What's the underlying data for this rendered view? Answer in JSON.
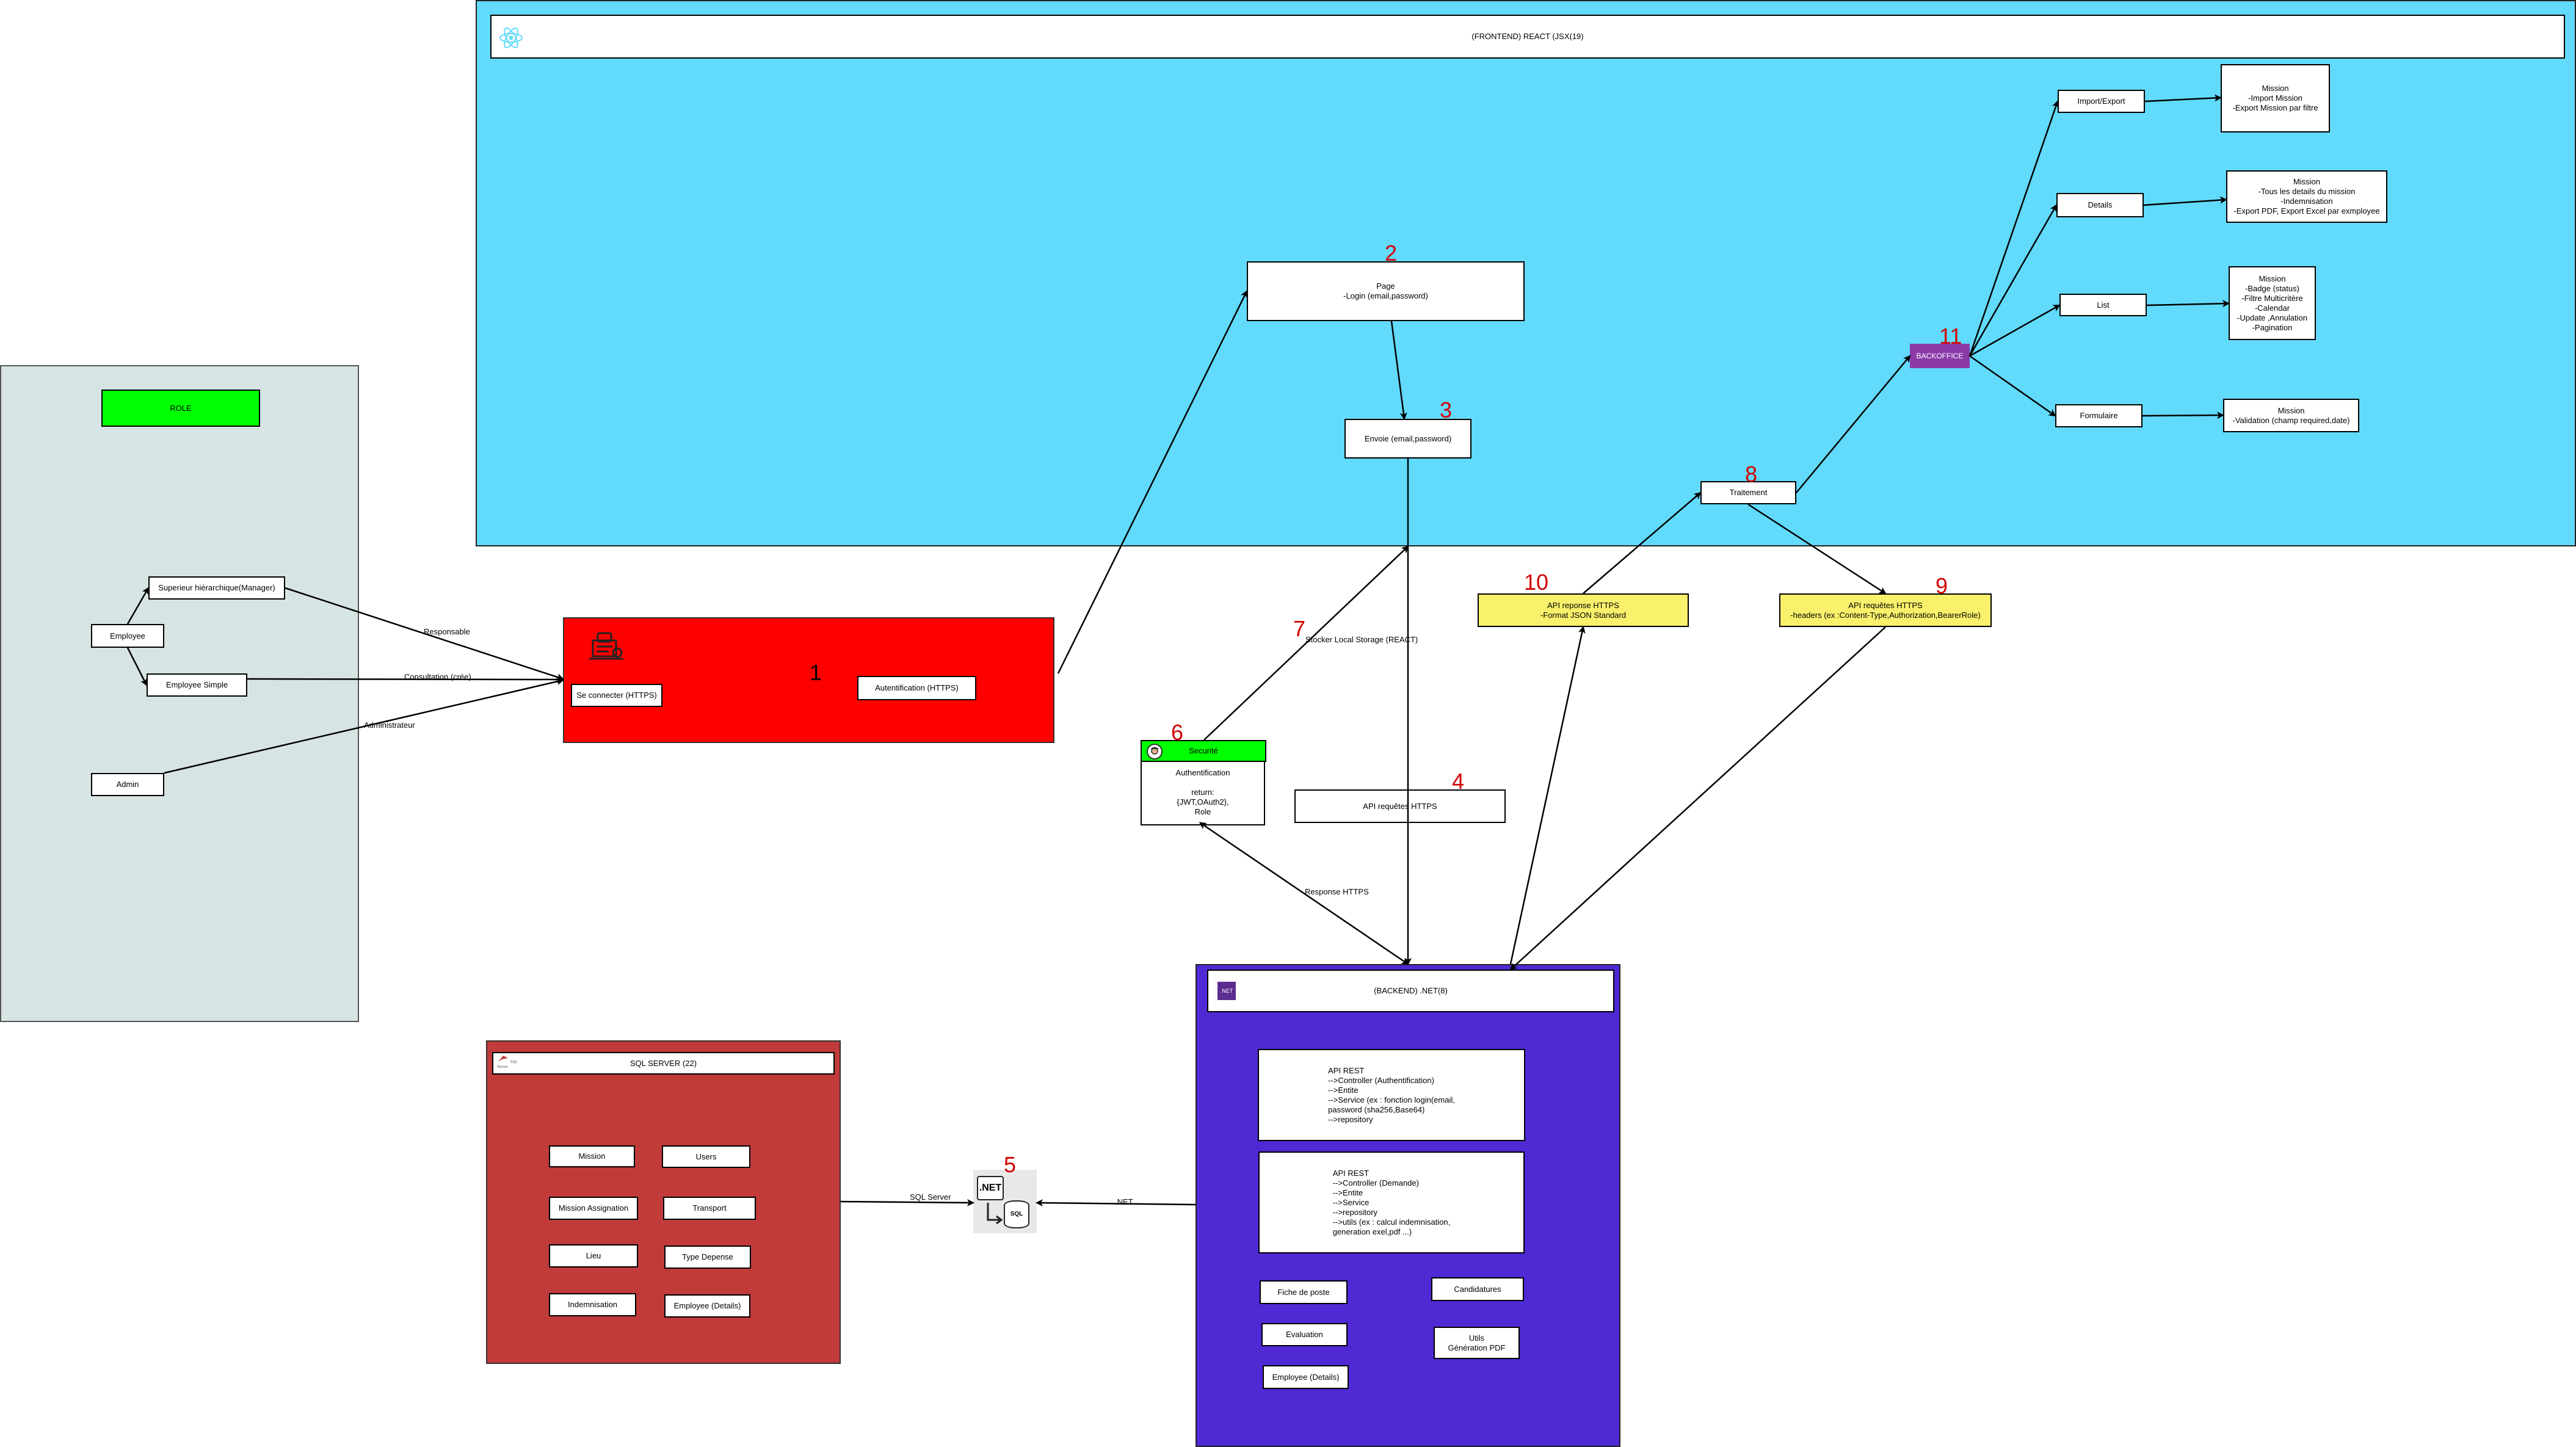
{
  "frontend": {
    "title": "(FRONTEND) REACT (JSX(19)",
    "login_page": "Page\n-Login (email,password)",
    "envoie": "Envoie (email,password)",
    "traitement": "Traitement",
    "backoffice": "BACKOFFICE",
    "import_export": "Import/Export",
    "details": "Details",
    "list": "List",
    "formulaire": "Formulaire",
    "mission_import": "Mission\n-Import Mission\n-Export Mission par filtre",
    "mission_details": "Mission\n-Tous les details du mission\n-Indemnisation\n-Export PDF, Export Excel par exmployee",
    "mission_list": "Mission\n-Badge (status)\n-Filtre Multicritère\n-Calendar\n-Update ,Annulation\n-Pagination",
    "mission_form": "Mission\n-Validation (champ required,date)"
  },
  "role_panel": {
    "title": "ROLE",
    "employee": "Employee",
    "manager": "Superieur hiérarchique(Manager)",
    "simple": "Employee Simple",
    "admin": "Admin"
  },
  "auth_panel": {
    "connect": "Se connecter (HTTPS)",
    "auth": "Autentification (HTTPS)"
  },
  "security": {
    "header": "Securité",
    "body": "Authentification\n\nreturn:\n{JWT,OAuth2},\nRole"
  },
  "boxes": {
    "api_req_4": "API requêtes HTTPS",
    "api_resp_10": "API reponse HTTPS\n-Format JSON Standard",
    "api_req_9": "API requêtes HTTPS\n-headers (ex :Content-Type,Authorization,BearerRole)"
  },
  "edge_labels": {
    "responsable": "Responsable",
    "consultation": "Consultation (crée)",
    "administrateur": "Administrateur",
    "stocker": "Stocker Local Storage (REACT)",
    "response_https": "Response HTTPS",
    "sql_server": "SQL Server",
    "net": ".NET"
  },
  "numbers": {
    "n1": "1",
    "n2": "2",
    "n3": "3",
    "n4": "4",
    "n5": "5",
    "n6": "6",
    "n7": "7",
    "n8": "8",
    "n9": "9",
    "n10": "10",
    "n11": "11"
  },
  "backend": {
    "title": "(BACKEND) .NET(8)",
    "badge": ".NET",
    "api_auth": "API REST\n-->Controller (Authentification)\n-->Entite\n-->Service (ex : fonction login(email,\n   password (sha256,Base64)\n-->repository",
    "api_demande": "API REST\n-->Controller (Demande)\n-->Entite\n-->Service\n-->repository\n-->utils (ex : calcul indemnisation,\n   generation exel,pdf ...)",
    "fiche": "Fiche de poste",
    "evaluation": "Evaluation",
    "employee_details": "Employee (Details)",
    "candidatures": "Candidatures",
    "utils": "Utils\nGénération PDF"
  },
  "sql": {
    "title": "SQL SERVER (22)",
    "logo_text": "SQL Server",
    "mission": "Mission",
    "users": "Users",
    "assignation": "Mission Assignation",
    "transport": "Transport",
    "lieu": "Lieu",
    "type_depense": "Type Depense",
    "indemnisation": "Indemnisation",
    "employee_details": "Employee (Details)"
  },
  "net_icon": {
    "net": ".NET",
    "sql": "SQL"
  },
  "colors": {
    "frontend_bg": "#61dafb",
    "role_bg": "#d6e4e3",
    "auth_bg": "#ff0000",
    "backend_bg": "#4f29d4",
    "sql_bg": "#c13b3b",
    "yellow": "#f9f06b",
    "green": "#00ff00",
    "purple": "#8b3aa8",
    "number_red": "#d40000"
  }
}
